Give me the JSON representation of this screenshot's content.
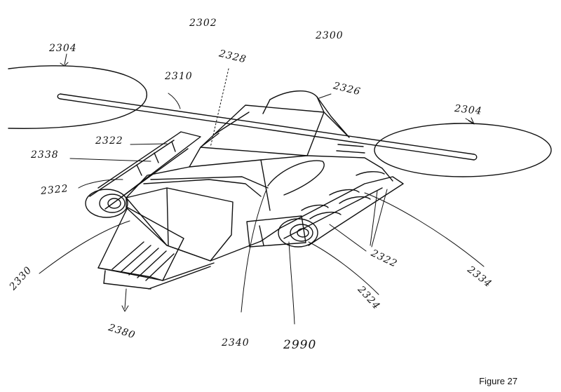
{
  "figure": {
    "caption": "Figure 27"
  },
  "reference_numerals": [
    {
      "id": "ref-2302",
      "text": "2302"
    },
    {
      "id": "ref-2300",
      "text": "2300"
    },
    {
      "id": "ref-2304-left",
      "text": "2304"
    },
    {
      "id": "ref-2328",
      "text": "2328"
    },
    {
      "id": "ref-2310",
      "text": "2310"
    },
    {
      "id": "ref-2326",
      "text": "2326"
    },
    {
      "id": "ref-2304-right",
      "text": "2304"
    },
    {
      "id": "ref-2322-upper",
      "text": "2322"
    },
    {
      "id": "ref-2338",
      "text": "2338"
    },
    {
      "id": "ref-2322-left",
      "text": "2322"
    },
    {
      "id": "ref-2330",
      "text": "2330"
    },
    {
      "id": "ref-2322-right",
      "text": "2322"
    },
    {
      "id": "ref-2334",
      "text": "2334"
    },
    {
      "id": "ref-2324",
      "text": "2324"
    },
    {
      "id": "ref-2380",
      "text": "2380"
    },
    {
      "id": "ref-2340",
      "text": "2340"
    },
    {
      "id": "ref-2990",
      "text": "2990"
    }
  ]
}
